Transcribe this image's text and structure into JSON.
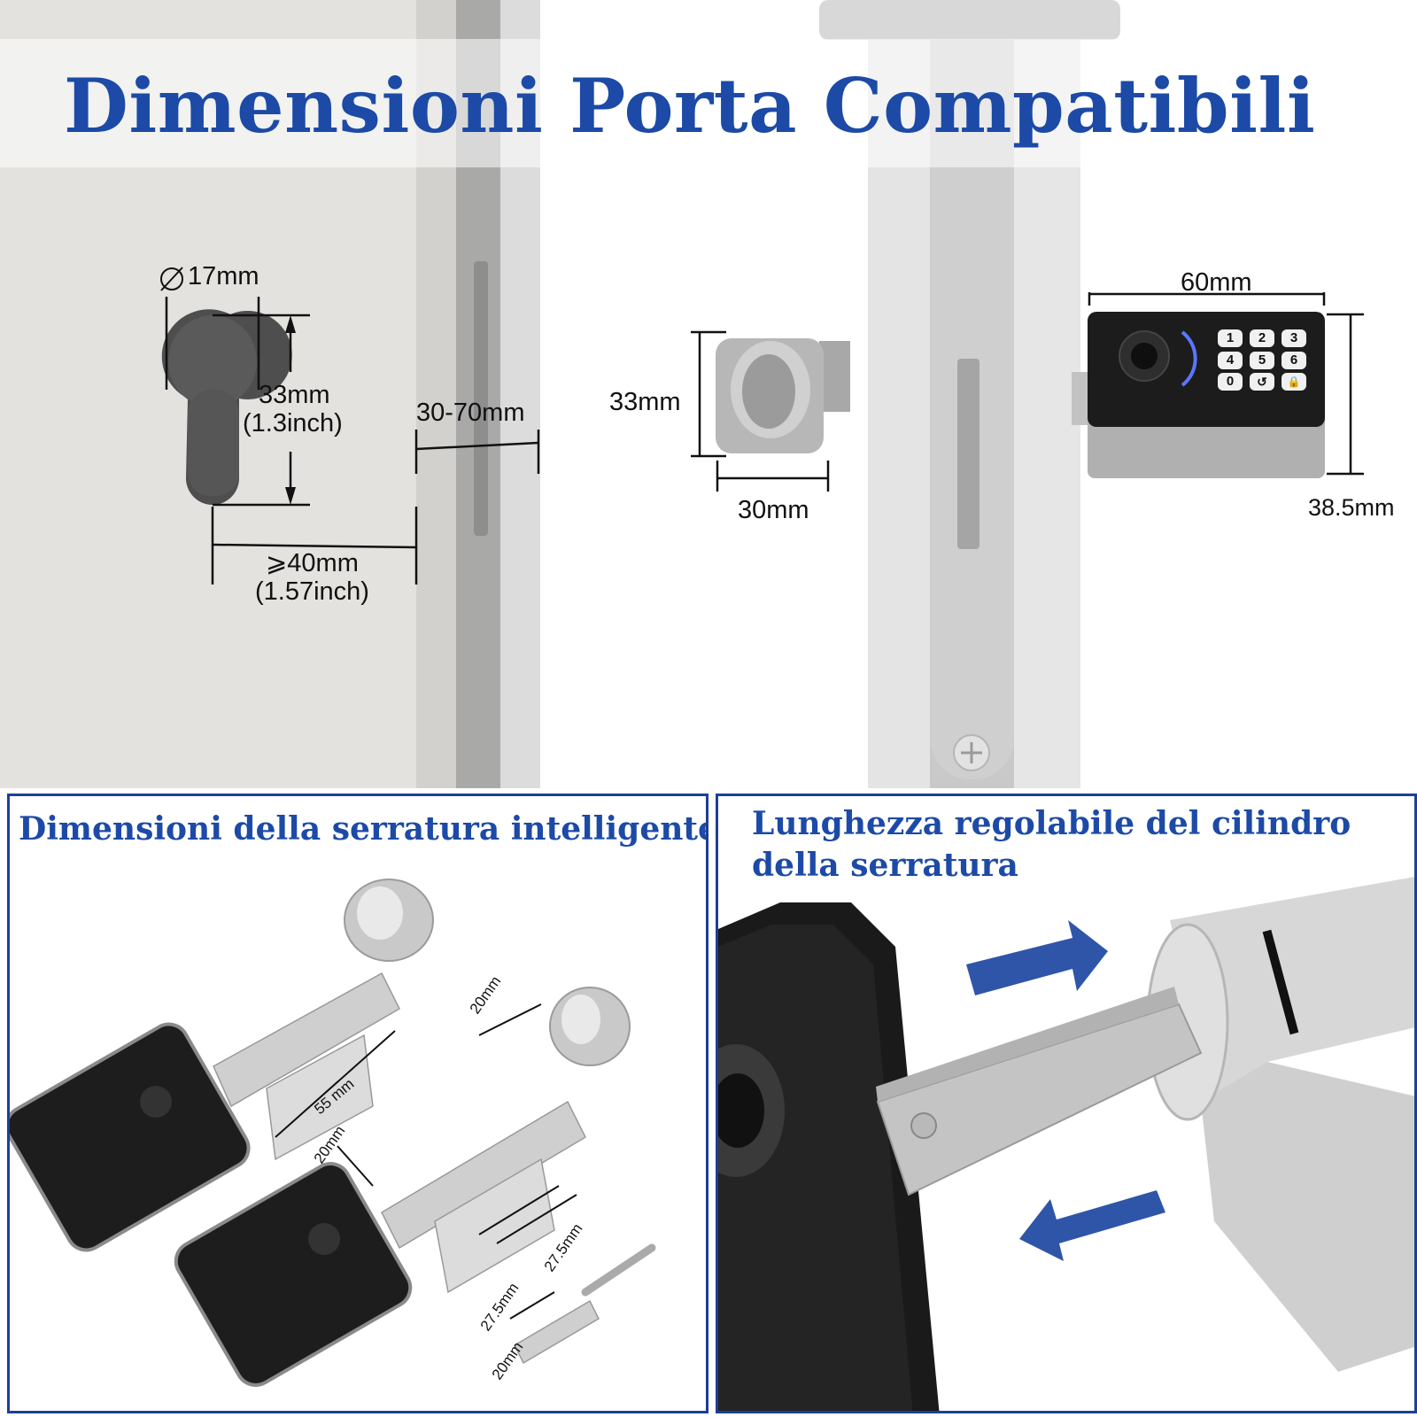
{
  "header": {
    "title": "Dimensioni Porta Compatibili"
  },
  "left_diagram": {
    "diameter": "17mm",
    "height_mm": "33mm",
    "height_inch": "(1.3inch)",
    "door_thickness": "30-70mm",
    "min_length_mm": "⩾40mm",
    "min_length_inch": "(1.57inch)"
  },
  "right_diagram": {
    "knob_height": "33mm",
    "knob_length": "30mm",
    "lock_width": "60mm",
    "lock_height": "38.5mm",
    "keypad_keys": [
      "1",
      "2",
      "3",
      "4",
      "5",
      "6",
      "0",
      "↺",
      "🔒"
    ]
  },
  "panel_left": {
    "title": "Dimensioni della serratura intelligente",
    "label_55": "55 mm",
    "label_20_top": "20mm",
    "label_20_mid": "20mm",
    "label_27_a": "27.5mm",
    "label_27_b": "27.5mm",
    "label_20_bottom": "20mm"
  },
  "panel_right": {
    "title_line1": "Lunghezza regolabile del cilindro",
    "title_line2": "della serratura"
  },
  "colors": {
    "accent_blue": "#1c4aa6",
    "panel_border": "#1e3f94",
    "arrow_blue": "#2f55a8"
  }
}
